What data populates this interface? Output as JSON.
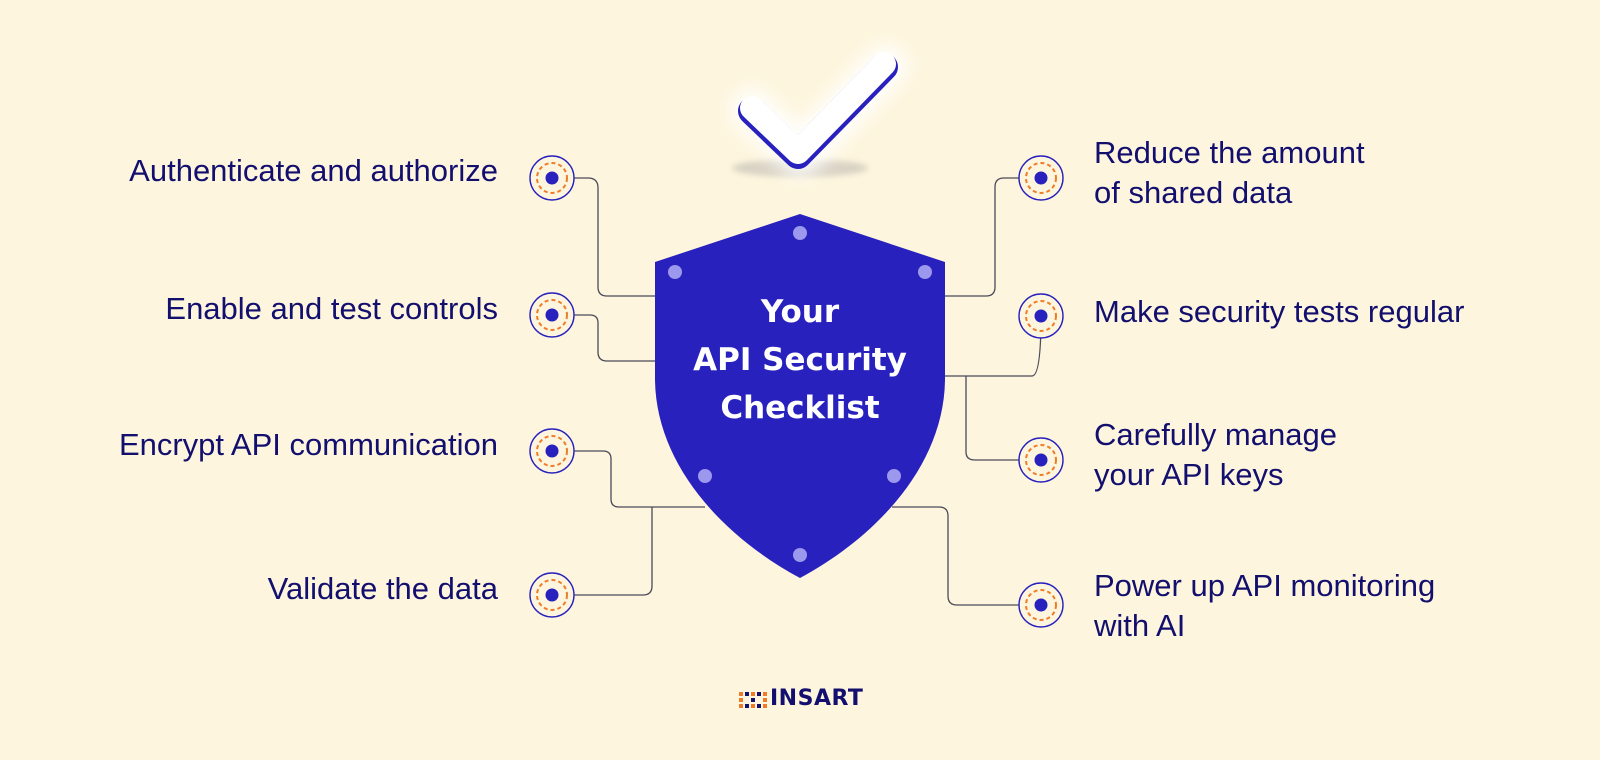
{
  "shield": {
    "title_lines": [
      "Your",
      "API Security",
      "Checklist"
    ],
    "color": "#2821bd",
    "dot_color": "#9c98ee"
  },
  "checkmark": {
    "icon": "checkmark-icon",
    "color": "#ffffff",
    "outline": "#2821bd"
  },
  "left_items": [
    {
      "lines": [
        "Authenticate and authorize"
      ]
    },
    {
      "lines": [
        "Enable and test controls"
      ]
    },
    {
      "lines": [
        "Encrypt API communication"
      ]
    },
    {
      "lines": [
        "Validate the data"
      ]
    }
  ],
  "right_items": [
    {
      "lines": [
        "Reduce the amount",
        "of shared data"
      ]
    },
    {
      "lines": [
        "Make security tests regular"
      ]
    },
    {
      "lines": [
        "Carefully manage",
        "your API keys"
      ]
    },
    {
      "lines": [
        "Power up API monitoring",
        "with AI"
      ]
    }
  ],
  "node": {
    "icon": "target-node-icon",
    "ring_color": "#2821bd",
    "dash_color": "#f07c28"
  },
  "brand": {
    "name": "INSART",
    "icon": "insart-logo-icon",
    "accent": "#f07c28"
  },
  "colors": {
    "background": "#fdf5dd",
    "text": "#120f6e",
    "connector": "#4b4a5a"
  }
}
